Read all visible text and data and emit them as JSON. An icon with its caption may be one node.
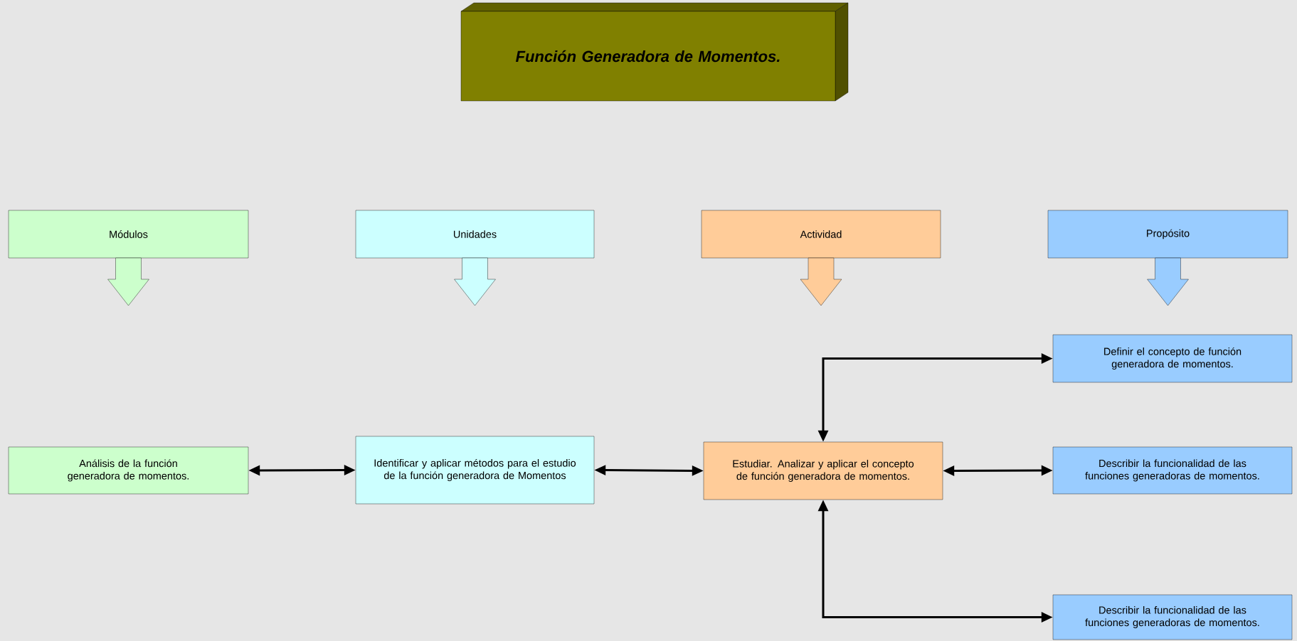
{
  "diagram": {
    "nodes": [
      {
        "text": [
          "Función Generadora de Momentos."
        ]
      },
      {
        "text": [
          "Módulos"
        ]
      },
      {
        "text": [
          "Unidades"
        ]
      },
      {
        "text": [
          "Actividad"
        ]
      },
      {
        "text": [
          "Propósito"
        ]
      },
      {
        "text": [
          "Análisis de la función generadora de momentos."
        ]
      },
      {
        "text": [
          "Identificar y aplicar métodos para el estudio de la función generadora de Momentos"
        ]
      },
      {
        "text": [
          "Estudiar. Analizar y aplicar el concepto de función generadora de momentos."
        ]
      },
      {
        "text": [
          "Definir el concepto de función generadora de momentos."
        ]
      },
      {
        "text": [
          "Describir la funcionalidad de las funciones generadoras de momentos."
        ]
      },
      {
        "text": [
          "Describir la funcionalidad de las funciones generadoras de momentos."
        ]
      }
    ],
    "edges": [
      {
        "from": 1,
        "to": null,
        "arrow": "to"
      },
      {
        "from": 2,
        "to": null,
        "arrow": "to"
      },
      {
        "from": 3,
        "to": null,
        "arrow": "to"
      },
      {
        "from": 4,
        "to": null,
        "arrow": "to"
      },
      {
        "from": 5,
        "to": 6,
        "arrow": "both"
      },
      {
        "from": 6,
        "to": 7,
        "arrow": "both"
      },
      {
        "from": 7,
        "to": 8,
        "arrow": "both"
      },
      {
        "from": 7,
        "to": 9,
        "arrow": "both"
      },
      {
        "from": 7,
        "to": 10,
        "arrow": "both"
      }
    ]
  }
}
